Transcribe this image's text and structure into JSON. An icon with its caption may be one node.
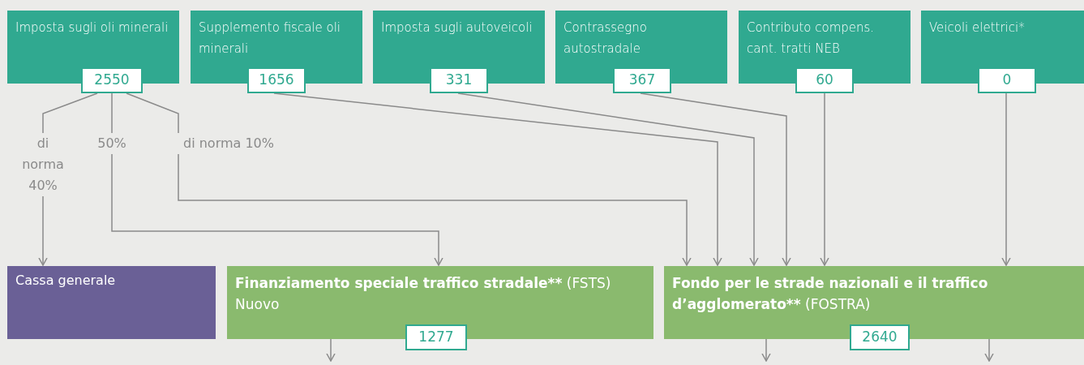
{
  "diagram": {
    "nodes": [
      {
        "text": [
          "Imposta sugli oli minerali"
        ]
      },
      {
        "text": [
          "2550"
        ]
      },
      {
        "text": [
          "Supplemento fiscale oli minerali"
        ]
      },
      {
        "text": [
          "1656"
        ]
      },
      {
        "text": [
          "Imposta sugli autoveicoli"
        ]
      },
      {
        "text": [
          "331"
        ]
      },
      {
        "text": [
          "Contrassegno autostradale"
        ]
      },
      {
        "text": [
          "367"
        ]
      },
      {
        "text": [
          "Contributo compens. cant. tratti NEB"
        ]
      },
      {
        "text": [
          "60"
        ]
      },
      {
        "text": [
          "Veicoli elettrici*"
        ]
      },
      {
        "text": [
          "0"
        ]
      },
      {
        "text": [
          "Cassa generale"
        ]
      },
      {
        "text": [
          "Finanziamento speciale traffico stradale**",
          "(FSTS) Nuovo"
        ]
      },
      {
        "text": [
          "1277"
        ]
      },
      {
        "text": [
          "Fondo per le strade nazionali e il traffico d’agglomerato**",
          "(FOSTRA)"
        ]
      },
      {
        "text": [
          "2640"
        ]
      }
    ],
    "edges": [
      {
        "from": 1,
        "to": 12,
        "arrow": "to",
        "label": "di norma 40%"
      },
      {
        "from": 1,
        "to": 13,
        "arrow": "to",
        "label": "50%"
      },
      {
        "from": 1,
        "to": 15,
        "arrow": "to",
        "label": "di norma 10%"
      },
      {
        "from": 3,
        "to": 15,
        "arrow": "to"
      },
      {
        "from": 5,
        "to": 15,
        "arrow": "to"
      },
      {
        "from": 7,
        "to": 15,
        "arrow": "to"
      },
      {
        "from": 9,
        "to": 15,
        "arrow": "to"
      },
      {
        "from": 11,
        "to": 15,
        "arrow": "to"
      },
      {
        "from": 13,
        "to": null,
        "arrow": "to"
      },
      {
        "from": 15,
        "to": null,
        "arrow": "to"
      },
      {
        "from": 15,
        "to": null,
        "arrow": "to"
      }
    ]
  }
}
